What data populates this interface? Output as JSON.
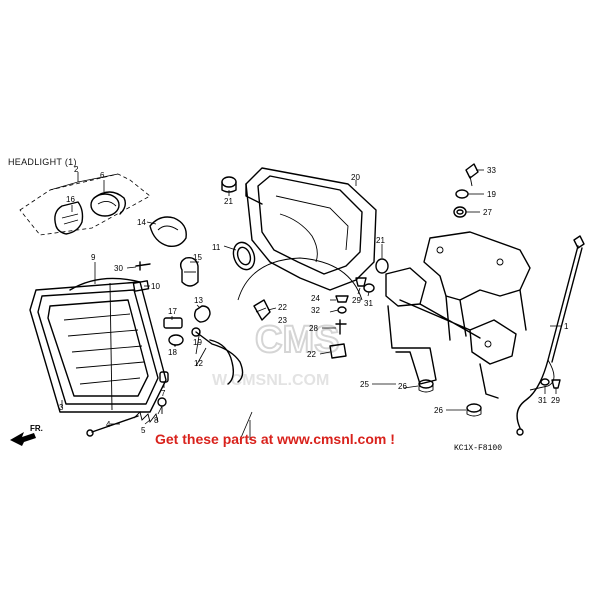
{
  "title": "HEADLIGHT (1)",
  "footer_text": "Get these parts at www.cmsnl.com !",
  "diagram_code": "KC1X-F8100",
  "direction_label": "FR.",
  "watermark": {
    "logo_text": "CMS",
    "url_text": "W.CMSNL.COM"
  },
  "colors": {
    "line": "#000000",
    "footer": "#d9221c",
    "watermark": "#c8c8c8"
  },
  "callouts": [
    {
      "id": "c2",
      "text": "2"
    },
    {
      "id": "c6",
      "text": "6"
    },
    {
      "id": "c16",
      "text": "16"
    },
    {
      "id": "c14",
      "text": "14"
    },
    {
      "id": "c9",
      "text": "9"
    },
    {
      "id": "c30",
      "text": "30"
    },
    {
      "id": "c10",
      "text": "10"
    },
    {
      "id": "c15",
      "text": "15"
    },
    {
      "id": "c11",
      "text": "11"
    },
    {
      "id": "c13",
      "text": "13"
    },
    {
      "id": "c17",
      "text": "17"
    },
    {
      "id": "c18",
      "text": "18"
    },
    {
      "id": "c19a",
      "text": "19"
    },
    {
      "id": "c12",
      "text": "12"
    },
    {
      "id": "c7",
      "text": "7"
    },
    {
      "id": "c8",
      "text": "8"
    },
    {
      "id": "c3",
      "text": "3"
    },
    {
      "id": "c4",
      "text": "4"
    },
    {
      "id": "c5",
      "text": "5"
    },
    {
      "id": "c21a",
      "text": "21"
    },
    {
      "id": "c20",
      "text": "20"
    },
    {
      "id": "c21b",
      "text": "21"
    },
    {
      "id": "c22a",
      "text": "22"
    },
    {
      "id": "c23",
      "text": "23"
    },
    {
      "id": "c24",
      "text": "24"
    },
    {
      "id": "c32",
      "text": "32"
    },
    {
      "id": "c28",
      "text": "28"
    },
    {
      "id": "c22b",
      "text": "22"
    },
    {
      "id": "c29a",
      "text": "29"
    },
    {
      "id": "c31a",
      "text": "31"
    },
    {
      "id": "c33",
      "text": "33"
    },
    {
      "id": "c19b",
      "text": "19"
    },
    {
      "id": "c27",
      "text": "27"
    },
    {
      "id": "c25",
      "text": "25"
    },
    {
      "id": "c26a",
      "text": "26"
    },
    {
      "id": "c26b",
      "text": "26"
    },
    {
      "id": "c1",
      "text": "1"
    },
    {
      "id": "c31b",
      "text": "31"
    },
    {
      "id": "c29b",
      "text": "29"
    }
  ]
}
